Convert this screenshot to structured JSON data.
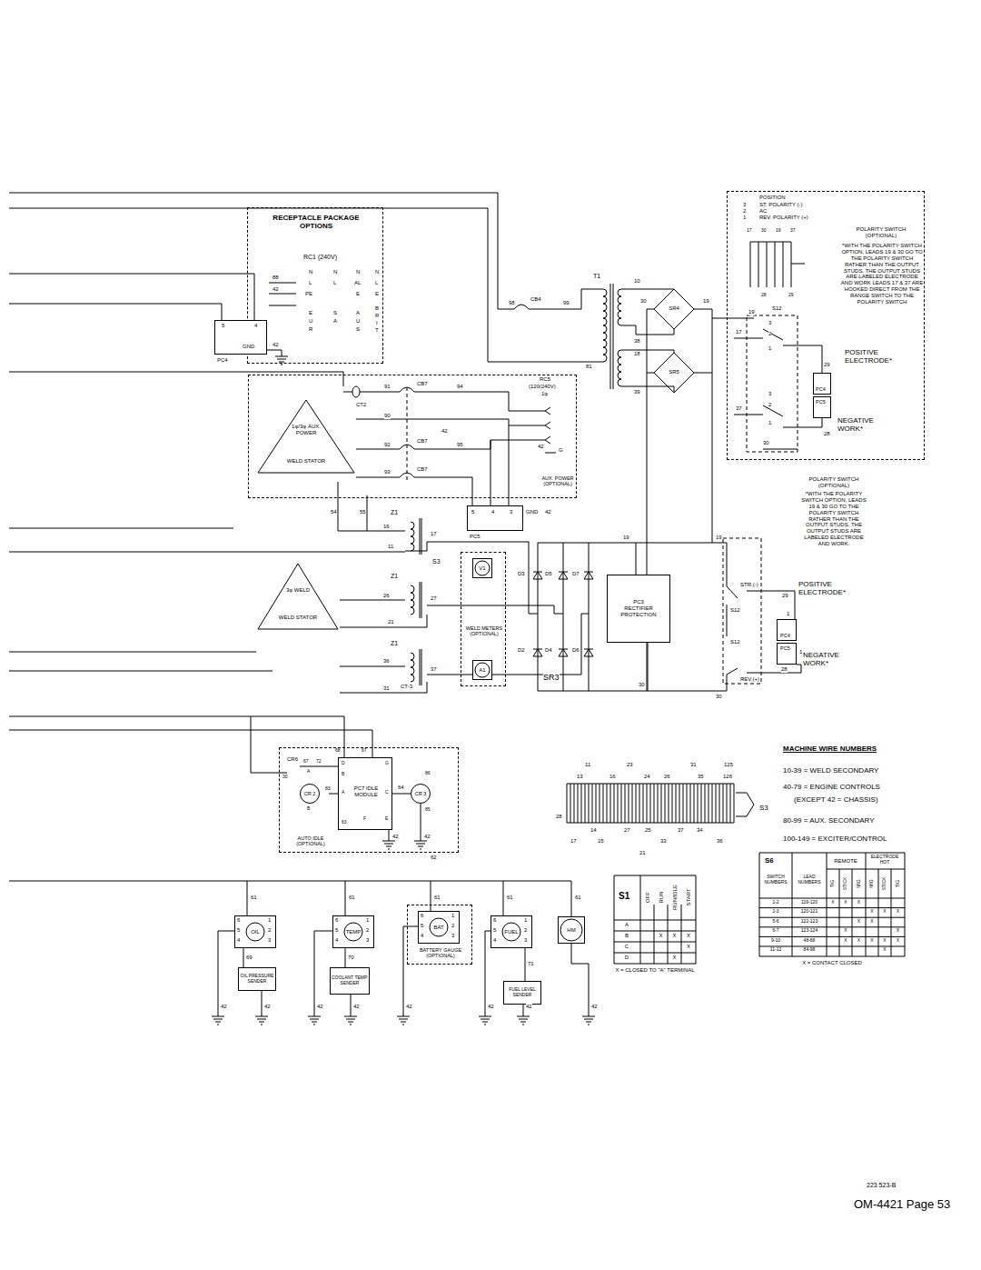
{
  "diagram": {
    "nodes": [
      {
        "text": [
          "RECEPTACLE PACKAGE OPTIONS"
        ]
      },
      {
        "text": [
          "5",
          "4",
          "GND",
          "PC4"
        ]
      },
      {
        "text": [
          "AUX. POWER (OPTIONAL)"
        ]
      },
      {
        "text": [
          "1φ/3φ AUX. POWER",
          "WELD STATOR"
        ],
        "in": 2
      },
      {
        "text": [
          "5",
          "4",
          "3",
          "GND",
          "PC5"
        ]
      },
      {
        "text": [
          "3φ WELD",
          "WELD STATOR"
        ]
      },
      {
        "text": [
          "WELD METERS (OPTIONAL)"
        ]
      },
      {
        "text": [
          "V1"
        ],
        "in": 6
      },
      {
        "text": [
          "A1"
        ],
        "in": 6
      },
      {
        "text": [
          "PC3",
          "RECTIFIER PROTECTION"
        ]
      },
      {
        "text": [
          "POLARITY SWITCH (OPTIONAL)",
          "*WITH THE POLARITY SWITCH OPTION, LEADS 19 & 30 GO TO THE POLARITY SWITCH RATHER THAN THE OUTPUT STUDS. THE OUTPUT STUDS ARE LABELED ELECTRODE AND WORK LEADS 17 & 37 ARE HOOKED DIRECT FROM THE RANGE SWITCH TO THE POLARITY SWITCH"
        ]
      },
      {
        "text": [
          "PC4"
        ],
        "in": 10
      },
      {
        "text": [
          "PC5"
        ],
        "in": 10
      },
      {
        "text": [
          "PC4"
        ]
      },
      {
        "text": [
          "PC5"
        ]
      },
      {
        "text": [
          "AUTO IDLE (OPTIONAL)"
        ]
      },
      {
        "text": [
          "PC7 IDLE MODULE"
        ],
        "in": 15
      },
      {
        "text": [
          "CR 2"
        ],
        "in": 15
      },
      {
        "text": [
          "CR 3"
        ],
        "in": 15
      },
      {
        "text": [
          "OIL"
        ]
      },
      {
        "text": [
          "TEMP"
        ]
      },
      {
        "text": [
          "BATTERY GAUGE (OPTIONAL)"
        ]
      },
      {
        "text": [
          "BAT"
        ],
        "in": 21
      },
      {
        "text": [
          "FUEL"
        ]
      },
      {
        "text": [
          "HM"
        ]
      },
      {
        "text": [
          "OIL PRESSURE SENDER"
        ]
      },
      {
        "text": [
          "COOLANT TEMP. SENDER"
        ]
      },
      {
        "text": [
          "FUEL LEVEL SENDER"
        ]
      }
    ],
    "edges": [
      {
        "from": 19,
        "to": 25,
        "arrow": "none",
        "label": "69"
      },
      {
        "from": 20,
        "to": 26,
        "arrow": "none",
        "label": "70"
      },
      {
        "from": 23,
        "to": 27,
        "arrow": "none",
        "label": "71"
      },
      {
        "from": 16,
        "to": 18,
        "arrow": "none",
        "label": "64"
      }
    ],
    "labels": [
      "RC1 (240V)",
      "N",
      "L",
      "PE",
      "E",
      "U",
      "R",
      "N",
      "L",
      "S",
      "A",
      "N",
      "AL",
      "E",
      "A",
      "U",
      "S",
      "N",
      "L",
      "E",
      "B",
      "R",
      "I",
      "T",
      "88",
      "42",
      "42",
      "98",
      "CB4",
      "99",
      "T1",
      "81",
      "10",
      "30",
      "19",
      "SR4",
      "38",
      "18",
      "SR5",
      "39",
      "91",
      "CB7",
      "94",
      "RC5",
      "(120/240V)",
      "1φ",
      "CT2",
      "90",
      "42",
      "42",
      "G",
      "92",
      "CB7",
      "95",
      "93",
      "CB7",
      "54",
      "55",
      "Z1",
      "16",
      "17",
      "11",
      "S3",
      "Z1",
      "26",
      "27",
      "21",
      "Z1",
      "36",
      "37",
      "CT-3",
      "31",
      "42",
      "D3",
      "D5",
      "D7",
      "D2",
      "D4",
      "D6",
      "SR3",
      "19",
      "30",
      "19",
      "STR.(-)",
      "S12",
      "POSITIVE",
      "ELECTRODE*",
      "29",
      "1",
      "1",
      "NEGATIVE",
      "WORK*",
      "28",
      "S12",
      "REV.(+)",
      "30",
      "POLARITY SWITCH (OPTIONAL)",
      "*WITH THE POLARITY SWITCH OPTION, LEADS 19 & 30 GO TO THE POLARITY SWITCH RATHER THAN THE OUTPUT STUDS. THE OUTPUT STUDS ARE LABELED ELECTRODE AND WORK.",
      "POSITION",
      "3",
      "ST. POLARITY (-)",
      "2",
      "AC",
      "1",
      "REV. POLARITY (+)",
      "17",
      "30",
      "19",
      "37",
      "28",
      "29",
      "19",
      "S12",
      "17",
      "37",
      "POSITIVE",
      "ELECTRODE*",
      "29",
      "NEGATIVE",
      "WORK*",
      "28",
      "30",
      "3",
      "2",
      "1",
      "3",
      "2",
      "1",
      "CR6",
      "67",
      "72",
      "68",
      "67",
      "D",
      "G",
      "B",
      "A",
      "C",
      "F",
      "E",
      "83",
      "63",
      "42",
      "42",
      "62",
      "A",
      "B",
      "86",
      "85",
      "30",
      "11",
      "23",
      "31",
      "125",
      "13",
      "16",
      "24",
      "26",
      "35",
      "126",
      "28",
      "14",
      "27",
      "25",
      "37",
      "34",
      "17",
      "15",
      "33",
      "36",
      "21",
      "S3",
      "MACHINE WIRE NUMBERS",
      "10-39 = WELD SECONDARY",
      "40-79 = ENGINE CONTROLS",
      "(EXCEPT 42 = CHASSIS)",
      "80-99 = AUX. SECONDARY",
      "100-149 = EXCITER/CONTROL",
      "S1",
      "OFF",
      "RUN",
      "RUN/IDLE",
      "START",
      "A",
      "B",
      "C",
      "D",
      "X",
      "X",
      "X",
      "X",
      "X",
      "X = CLOSED TO \"A\" TERMINAL",
      "S6",
      "REMOTE",
      "ELECTRODE HOT",
      "SWITCH NUMBERS",
      "LEAD NUMBERS",
      "TIG",
      "STICK",
      "MIG",
      "MIG",
      "STICK",
      "TIG",
      "1-2",
      "119-120",
      "X",
      "X",
      "X",
      "2-3",
      "120-121",
      "X",
      "X",
      "X",
      "5-6",
      "122-123",
      "X",
      "X",
      "6-7",
      "123-124",
      "X",
      "X",
      "9-10",
      "48-68",
      "X",
      "X",
      "X",
      "X",
      "X",
      "11-12",
      "84-98",
      "X",
      "X = CONTACT CLOSED",
      "61",
      "61",
      "61",
      "61",
      "61",
      "6",
      "1",
      "5",
      "2",
      "4",
      "3",
      "6",
      "1",
      "5",
      "2",
      "4",
      "3",
      "6",
      "1",
      "5",
      "2",
      "4",
      "3",
      "6",
      "1",
      "5",
      "2",
      "4",
      "3",
      "42",
      "42",
      "42",
      "42",
      "42",
      "42",
      "42",
      "42",
      "223 523-B",
      "OM-4421 Page 53"
    ]
  }
}
